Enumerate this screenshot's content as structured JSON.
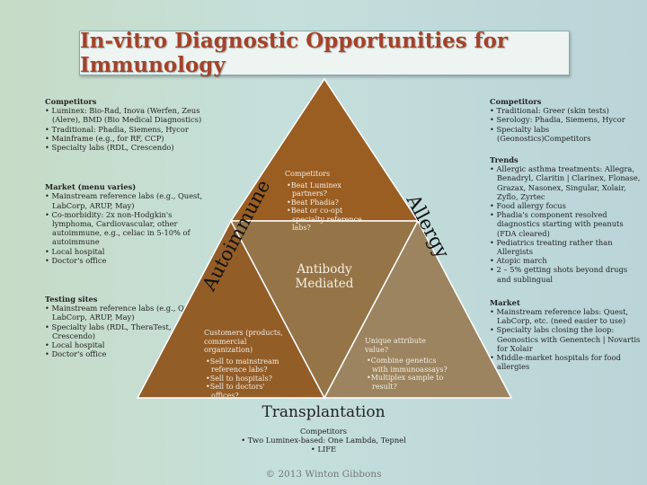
{
  "title": "In-vitro Diagnostic Opportunities for Immunology",
  "left": {
    "sections": [
      {
        "heading": "Competitors",
        "items": [
          "Luminex: Bio-Rad, Inova (Werfen, Zeus (Alere), BMD (Bio Medical Diagnostics)",
          "Traditional: Phadia, Siemens, Hycor",
          "Mainframe (e.g., for RF, CCP)",
          "Specialty labs (RDL, Crescendo)"
        ]
      },
      {
        "heading": "Market (menu varies)",
        "items": [
          "Mainstream reference labs (e.g., Quest, LabCorp, ARUP, May)",
          "Co-morbidity: 2x non-Hodgkin's lymphoma, Cardiovascular, other autoimmune, e.g., celiac in 5-10% of autoimmune",
          "Local hospital",
          "Doctor's office"
        ]
      },
      {
        "heading": "Testing sites",
        "items": [
          "Mainstream reference labs (e.g., Quest, LabCorp, ARUP, May)",
          "Specialty labs (RDL, TheraTest, Crescendo)",
          "Local hospital",
          "Doctor's office"
        ]
      }
    ]
  },
  "right": {
    "sections": [
      {
        "heading": "Competitors",
        "items": [
          "Traditional: Greer (skin tests)",
          "Serology: Phadia, Siemens, Hycor",
          "Specialty labs (Geonostics)Competitors"
        ]
      },
      {
        "heading": "Trends",
        "items": [
          "Allergic asthma treatments: Allegra, Benadryl, Claritin | Clarinex, Flonase, Grazax, Nasonex, Singular, Xolair, Zyflo, Zyrtec",
          "Food allergy focus",
          "Phadia's component resolved diagnostics starting with peanuts (FDA cleared)",
          "Pediatrics treating rather than Allergists",
          "Atopic march",
          "2 – 5% getting shots beyond drugs and sublingual"
        ]
      },
      {
        "heading": "Market",
        "items": [
          "Mainstream reference labs: Quest, LabCorp, etc. (need easier to use)",
          "Specialty labs closing the loop: Geonostics with Genentech | Novartis for Xolair",
          "Middle-market hospitals for food allergies"
        ]
      }
    ]
  },
  "triangle": {
    "top": {
      "heading": "Competitors",
      "items": [
        "Beat Luminex partners?",
        "Beat Phadia?",
        "Beat or co-opt specialty reference labs?"
      ]
    },
    "left": {
      "heading": "Customers (products, commercial organization)",
      "items": [
        "Sell to mainstream reference labs?",
        "Sell to hospitals?",
        "Sell to doctors' offices?"
      ]
    },
    "right": {
      "heading": "Unique attribute value?",
      "items": [
        "Combine genetics with immunoassays?",
        "Multiplex sample to result?"
      ]
    },
    "center": [
      "Antibody",
      "Mediated"
    ],
    "side_left": "Autoimmune",
    "side_right": "Allergy",
    "base": "Transplantation"
  },
  "bottom": {
    "heading": "Competitors",
    "items": [
      "Two Luminex-based: One Lambda, Tepnel",
      "LIFE"
    ]
  },
  "copyright": "© 2013 Winton Gibbons",
  "colors": {
    "top": "#9a5e22",
    "left": "#935d28",
    "center": "#957447",
    "right": "#9c8460",
    "title": "#a2432a"
  }
}
